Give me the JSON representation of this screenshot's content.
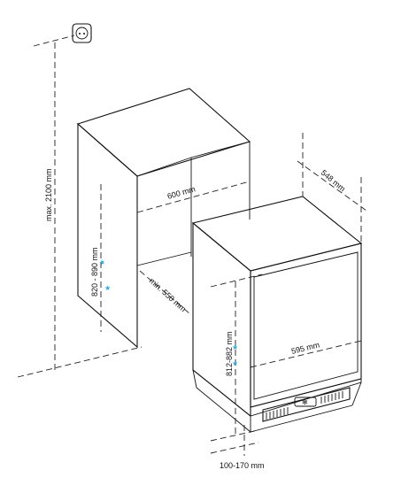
{
  "colors": {
    "line": "#111111",
    "accent_star": "#29a8e0",
    "background": "#ffffff"
  },
  "icons": [
    "power-socket-icon"
  ],
  "labels": {
    "max_height": "max. 2100 mm",
    "niche_width": "600 mm",
    "niche_height": "820 - 890 mm",
    "niche_depth": "min. 550 mm",
    "appliance_depth": "548 mm",
    "appliance_width": "595 mm",
    "appliance_height": "812-882 mm",
    "plinth_height": "100-170 mm"
  },
  "markers": {
    "star": "★"
  }
}
